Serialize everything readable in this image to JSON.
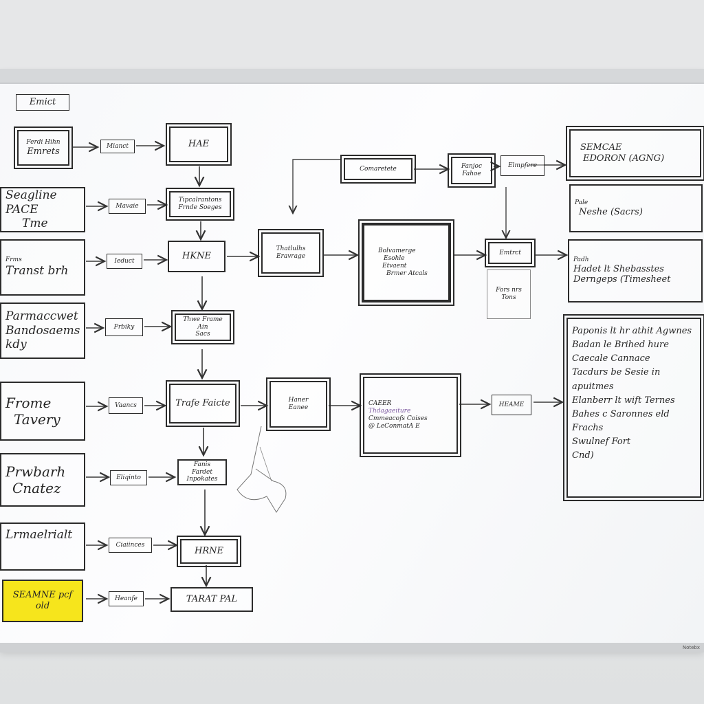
{
  "left_column": [
    {
      "id": "L0",
      "lines": [
        "Emict"
      ]
    },
    {
      "id": "L1",
      "lines": [
        "Ferdi Hihn",
        "Emrets"
      ]
    },
    {
      "id": "L2",
      "lines": [
        "Seagline PACE",
        "Tme"
      ]
    },
    {
      "id": "L3",
      "lines": [
        "Frms",
        "Transt brh"
      ]
    },
    {
      "id": "L4",
      "lines": [
        "Parmaccwet",
        "Bandosaems kdy"
      ]
    },
    {
      "id": "L5",
      "lines": [
        "Frome",
        "Tavery"
      ]
    },
    {
      "id": "L6",
      "lines": [
        "Prwbarh",
        "Cnatez"
      ]
    },
    {
      "id": "L7",
      "lines": [
        "Lrmaelrialt"
      ]
    },
    {
      "id": "L8",
      "lines": [
        "SEAMNE pcf",
        "old"
      ]
    }
  ],
  "connectors_left": [
    "Mianct",
    "Mavaie",
    "Ieduct",
    "Frbiky",
    "Vaancs",
    "Eliqinto",
    "Ciaiinces",
    "Heanfe"
  ],
  "middle_column": [
    {
      "id": "M1",
      "lines": [
        "HAE"
      ]
    },
    {
      "id": "M2",
      "lines": [
        "Tipcalrantons",
        "Frnde Soeges"
      ]
    },
    {
      "id": "M3",
      "lines": [
        "HKNE"
      ]
    },
    {
      "id": "M4",
      "lines": [
        "Thwe Frame Ain",
        "Sacs"
      ]
    },
    {
      "id": "M5",
      "lines": [
        "Trafe Faicte"
      ]
    },
    {
      "id": "M6",
      "lines": [
        "Fanis Fardet",
        "Inpokates"
      ]
    },
    {
      "id": "M7",
      "lines": [
        "HRNE"
      ]
    },
    {
      "id": "M8",
      "lines": [
        "TARAT PAL"
      ]
    }
  ],
  "center_flow": [
    {
      "id": "C1",
      "lines": [
        "Thatlulhs",
        "Eravrage"
      ]
    },
    {
      "id": "C2",
      "lines": [
        "Bolvamerge",
        "Esohle",
        "Etvaent",
        "Brmer Atcals"
      ]
    },
    {
      "id": "C3",
      "lines": [
        "Comaretete"
      ]
    },
    {
      "id": "C4",
      "lines": [
        "Fanjoc",
        "Fahoe"
      ]
    },
    {
      "id": "C5",
      "lines": [
        "Elmpfere"
      ]
    },
    {
      "id": "C6",
      "lines": [
        "Emtrct"
      ]
    },
    {
      "id": "C7",
      "lines": [
        "Fors nrs",
        "Tons"
      ]
    },
    {
      "id": "C8",
      "lines": [
        "Haner",
        "Eanee"
      ]
    },
    {
      "id": "C9",
      "lines": [
        "CAEER",
        "Thdagaeiture",
        "Cmmeacofs Coises",
        "@ LeConmatA E"
      ]
    },
    {
      "id": "C10",
      "lines": [
        "HEAME"
      ]
    }
  ],
  "right_column": [
    {
      "id": "R1",
      "lines": [
        "SEMCAE",
        "EDORON (AGNG)"
      ]
    },
    {
      "id": "R2",
      "lines": [
        "Pale",
        "Neshe (Sacrs)"
      ]
    },
    {
      "id": "R3",
      "lines": [
        "Padh",
        "Hadet lt Shebasstes",
        "Derngeps (Timesheet"
      ]
    },
    {
      "id": "R4",
      "lines": [
        "Paponis lt hr athit Agwnes",
        "Badan le Brihed hure",
        "Caecale Cannace",
        "Tacdurs be Sesie in apuitmes",
        "Elanberr lt wift Ternes",
        "Bahes c Saronnes eld Frachs",
        "Swulnef Fort",
        "Cnd)"
      ]
    }
  ],
  "colors": {
    "ink": "#2b2b2b",
    "highlight": "#f6e51c",
    "accent": "#7d5aa0",
    "board": "#f9fafb"
  },
  "footer": {
    "brand": "Notebx"
  }
}
